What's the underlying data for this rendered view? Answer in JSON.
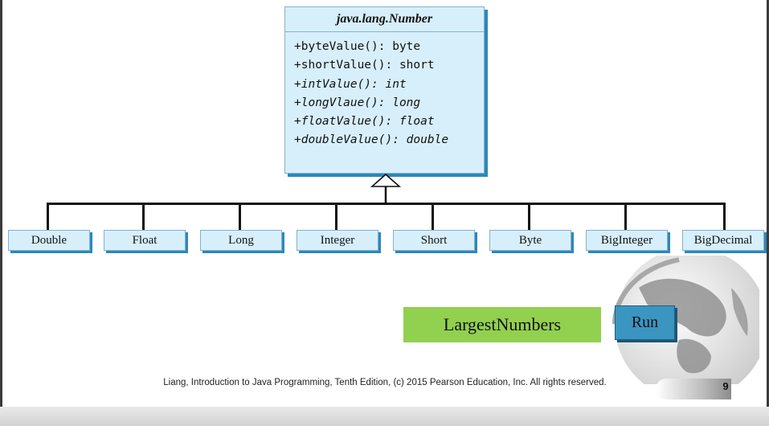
{
  "diagram": {
    "superclass": {
      "name": "java.lang.Number",
      "methods": [
        {
          "text": "+byteValue(): byte",
          "abstract": false
        },
        {
          "text": "+shortValue(): short",
          "abstract": false
        },
        {
          "text": "+intValue(): int",
          "abstract": true
        },
        {
          "text": "+longVlaue(): long",
          "abstract": true
        },
        {
          "text": "+floatValue(): float",
          "abstract": true
        },
        {
          "text": "+doubleValue(): double",
          "abstract": true
        }
      ]
    },
    "subclasses": [
      "Double",
      "Float",
      "Long",
      "Integer",
      "Short",
      "Byte",
      "BigInteger",
      "BigDecimal"
    ]
  },
  "buttons": {
    "demo_label": "LargestNumbers",
    "run_label": "Run"
  },
  "footer": {
    "citation": "Liang, Introduction to Java Programming, Tenth Edition, (c) 2015 Pearson Education, Inc. All rights reserved.",
    "page_number": "9"
  },
  "colors": {
    "class_box_fill": "#d7effb",
    "class_box_shadow": "#2f87b8",
    "demo_button": "#92d050",
    "run_button": "#3b95c1"
  },
  "icons": {
    "logo": "globe-logo"
  }
}
